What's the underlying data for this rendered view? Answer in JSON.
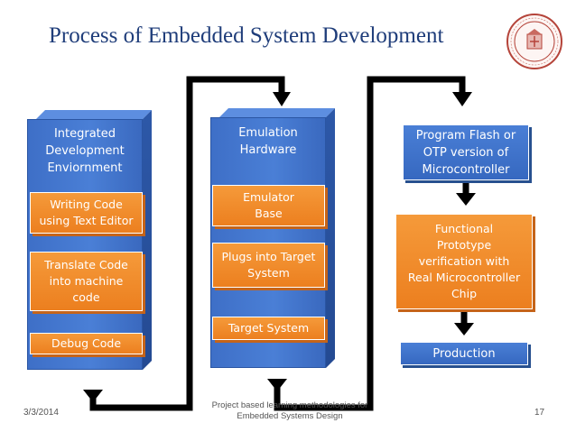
{
  "slide": {
    "title": "Process of Embedded System Development",
    "columns": [
      {
        "header": [
          "Integrated",
          "Development",
          "Enviornment"
        ],
        "steps": [
          [
            "Writing Code",
            "using Text Editor"
          ],
          [
            "Translate Code",
            "into machine",
            "code"
          ],
          [
            "Debug Code"
          ]
        ]
      },
      {
        "header": [
          "Emulation",
          "Hardware"
        ],
        "steps": [
          [
            "Emulator",
            "Base"
          ],
          [
            "Plugs into Target",
            "System"
          ],
          [
            "Target System"
          ]
        ]
      },
      {
        "header": [
          "Program Flash or",
          "OTP version of",
          "Microcontroller"
        ],
        "steps": [
          [
            "Functional",
            "Prototype",
            "verification with",
            "Real Microcontroller",
            "Chip"
          ],
          [
            "Production"
          ]
        ]
      }
    ],
    "footer": {
      "date": "3/3/2014",
      "center": [
        "Project based learning methodologies for",
        "Embedded Systems Design"
      ],
      "page": "17"
    }
  },
  "colors": {
    "title": "#1f3d7a",
    "column_blue": "#4a7fd6",
    "step_orange": "#ec7f1f",
    "connector": "#000000"
  }
}
